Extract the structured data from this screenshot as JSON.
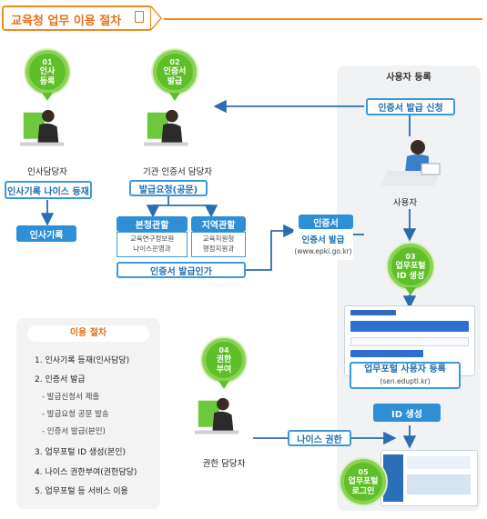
{
  "header": {
    "title": "교육청 업무 이용 절차"
  },
  "steps": {
    "s01": {
      "num": "01",
      "label1": "인사",
      "label2": "등록"
    },
    "s02": {
      "num": "02",
      "label1": "인증서",
      "label2": "발급"
    },
    "s03": {
      "num": "03",
      "label1": "업무포털",
      "label2": "ID 생성"
    },
    "s04": {
      "num": "04",
      "label1": "권한",
      "label2": "부여"
    },
    "s05": {
      "num": "05",
      "label1": "업무포털",
      "label2": "로그인"
    }
  },
  "left": {
    "hr_person": "인사담당자",
    "neis_register": "인사기록 나이스 등재",
    "hr_record": "인사기록"
  },
  "middle": {
    "cert_person": "기관 인증서 담당자",
    "request": "발급요청(공문)",
    "hq_title": "본청관할",
    "hq_sub1": "교육연구정보원",
    "hq_sub2": "나이스운영과",
    "region_title": "지역관할",
    "region_sub1": "교육지원청",
    "region_sub2": "행정지원과",
    "approval": "인증서 발급인가",
    "cert_tag": "인증서",
    "cert_issue": "인증서 발급",
    "cert_url": "(www.epki.go.kr)"
  },
  "right": {
    "panel_title": "사용자 등록",
    "apply": "인증서 발급 신청",
    "user": "사용자",
    "portal_register": "업무포털 사용자 등록",
    "portal_url": "(sen.eduptl.kr)",
    "id_create": "ID 생성"
  },
  "bottom": {
    "auth_person": "권한 담당자",
    "neis_auth": "나이스 권한"
  },
  "procedure": {
    "title": "이용 절차",
    "items": [
      "1. 인사기록 등재(인사담당)",
      "2. 인증서 발급",
      "3. 업무포털 ID 생성(본인)",
      "4. 나이스 권한부여(권한담당)",
      "5. 업무포털 등 서비스 이용"
    ],
    "subitems": [
      "- 발급신청서 제출",
      "- 발급요청 공문 발송",
      "- 인증서 발급(본인)"
    ]
  },
  "colors": {
    "accent": "#f08a1c",
    "green": "#5fbf2a",
    "blue": "#2e8fd6"
  }
}
